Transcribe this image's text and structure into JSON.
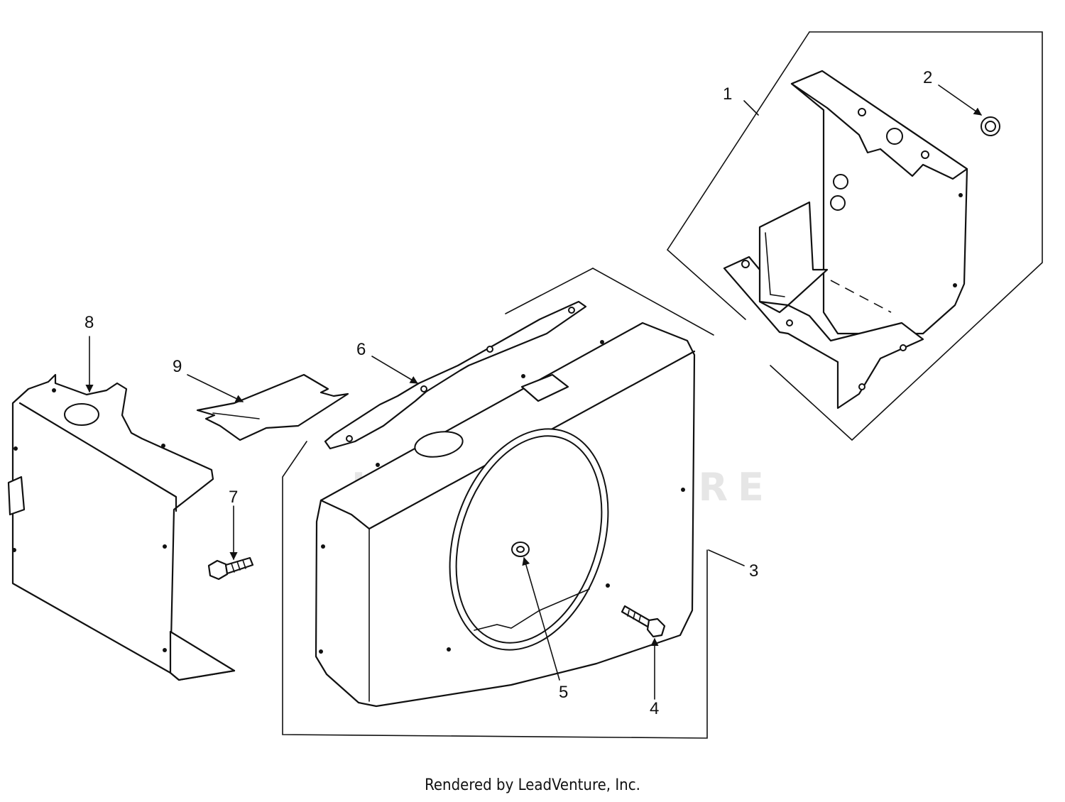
{
  "diagram": {
    "watermark": "LEADVENTURE",
    "callouts": [
      {
        "id": "1",
        "label": "1"
      },
      {
        "id": "2",
        "label": "2"
      },
      {
        "id": "3",
        "label": "3"
      },
      {
        "id": "4",
        "label": "4"
      },
      {
        "id": "5",
        "label": "5"
      },
      {
        "id": "6",
        "label": "6"
      },
      {
        "id": "7",
        "label": "7"
      },
      {
        "id": "8",
        "label": "8"
      },
      {
        "id": "9",
        "label": "9"
      }
    ]
  },
  "footer": {
    "text": "Rendered by LeadVenture, Inc."
  }
}
